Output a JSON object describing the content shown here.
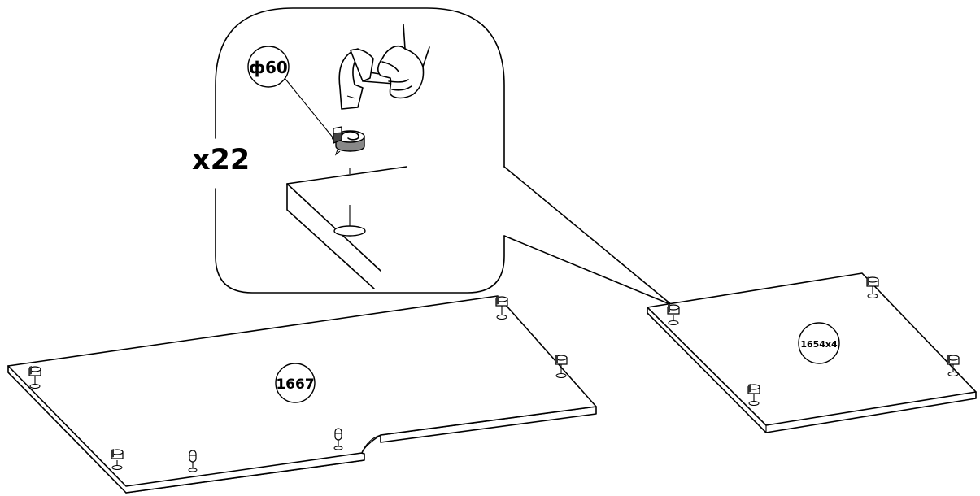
{
  "diagram": {
    "quantity_label": "x22",
    "cam_size_label": "ф60",
    "panels": [
      {
        "id": "1667",
        "label": "1667"
      },
      {
        "id": "1654",
        "label": "1654x4"
      }
    ]
  }
}
